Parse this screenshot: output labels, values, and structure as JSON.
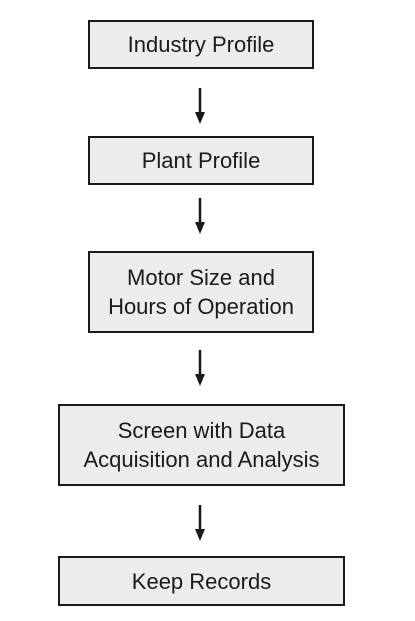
{
  "flowchart": {
    "steps": [
      "Industry Profile",
      "Plant Profile",
      "Motor Size and\nHours of Operation",
      "Screen with Data\nAcquisition and Analysis",
      "Keep Records"
    ]
  },
  "colors": {
    "box_fill": "#ececec",
    "box_border": "#1a1a1a",
    "text": "#1a1a1a",
    "arrow": "#1a1a1a"
  }
}
